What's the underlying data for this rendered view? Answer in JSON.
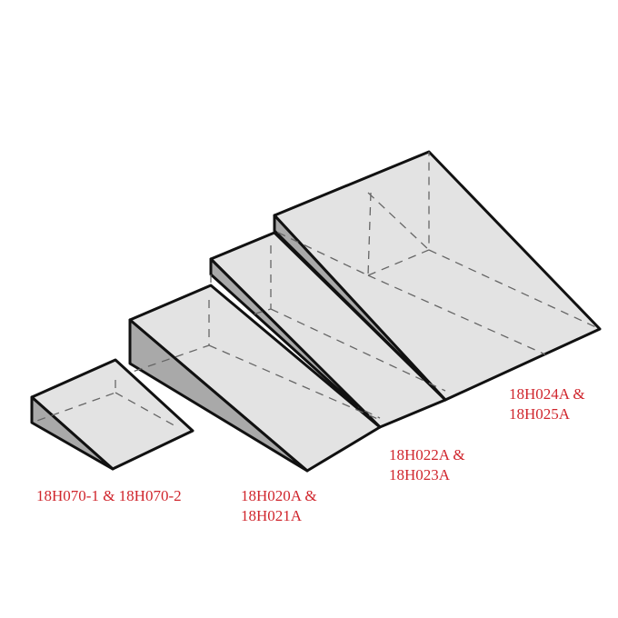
{
  "labels": {
    "wedge_1": "18H070-1 & 18H070-2",
    "wedge_2_line1": "18H020A &",
    "wedge_2_line2": "18H021A",
    "wedge_3_line1": "18H022A &",
    "wedge_3_line2": "18H023A",
    "wedge_4_line1": "18H024A &",
    "wedge_4_line2": "18H025A"
  },
  "colors": {
    "label": "#d0262d",
    "face": "#e3e3e3",
    "side": "#a9a9a9"
  }
}
